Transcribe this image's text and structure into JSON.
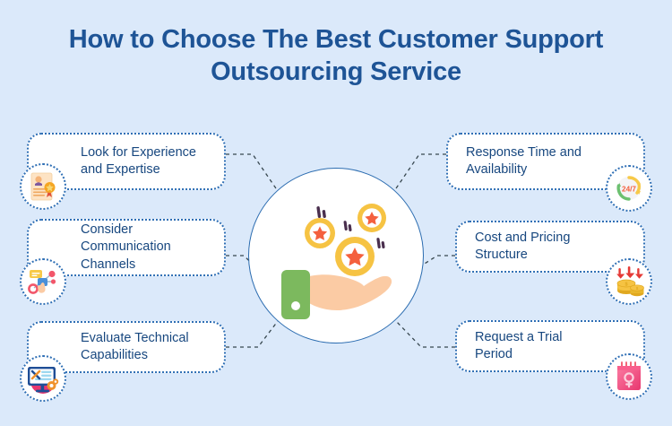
{
  "page": {
    "title_line1": "How to Choose The Best Customer Support",
    "title_line2": "Outsourcing Service",
    "background_color": "#dbe9fa",
    "title_color": "#1e5496",
    "card_text_color": "#17477f",
    "card_border_color": "#2f6fb5",
    "connector_color": "#37474f"
  },
  "center": {
    "illustration_name": "hand-holding-star-coins",
    "circle_border_color": "#2b6cb0",
    "circle_fill": "#ffffff",
    "coin_color": "#f6c343",
    "star_color": "#f4603e",
    "hand_color": "#fbcba4",
    "sleeve_color": "#7cb95e"
  },
  "cards": {
    "left": [
      {
        "label": "Look for Experience and Expertise",
        "icon": "certificate-award-icon",
        "icon_colors": {
          "paper": "#fde3c4",
          "ribbon": "#f08a3c",
          "accent": "#7e5aa0"
        }
      },
      {
        "label": "Consider Communication Channels",
        "icon": "communication-network-icon",
        "icon_colors": {
          "node": "#f2566a",
          "bubble": "#f7c948",
          "hand": "#fbcba4",
          "hub": "#4a90d9"
        }
      },
      {
        "label": "Evaluate Technical Capabilities",
        "icon": "monitor-tools-icon",
        "icon_colors": {
          "circle": "#e8376f",
          "screen": "#1f4e96",
          "gear": "#f0922b"
        }
      }
    ],
    "right": [
      {
        "label": "Response Time and Availability",
        "icon": "24-7-availability-icon",
        "icon_text": "24/7",
        "icon_colors": {
          "arrow_top": "#f7c948",
          "arrow_bottom": "#6cc070",
          "text": "#f4603e"
        }
      },
      {
        "label": "Cost and Pricing Structure",
        "icon": "coins-down-arrows-icon",
        "icon_colors": {
          "coin": "#f6c343",
          "coin_dark": "#e0a81f",
          "arrow": "#e53935"
        }
      },
      {
        "label": "Request a Trial Period",
        "icon": "calendar-trial-icon",
        "icon_colors": {
          "top": "#f95f8c",
          "bottom": "#e8376f",
          "ring": "#f2566a"
        }
      }
    ]
  }
}
